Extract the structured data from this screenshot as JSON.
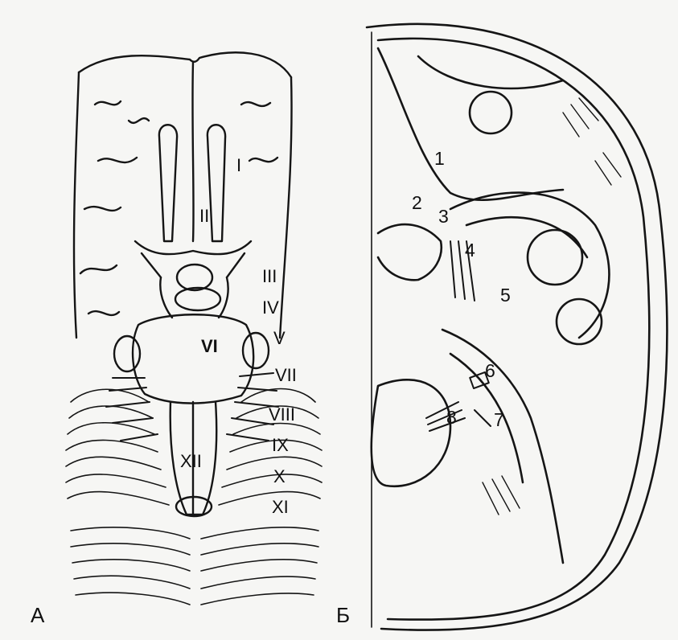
{
  "panels": {
    "left": {
      "letter": "A",
      "cranial_nerves": [
        "I",
        "II",
        "III",
        "IV",
        "V",
        "VI",
        "VII",
        "VIII",
        "IX",
        "X",
        "XI",
        "XII"
      ]
    },
    "right": {
      "letter": "Б",
      "foramina_numbers": [
        "1",
        "2",
        "3",
        "4",
        "5",
        "6",
        "7",
        "8"
      ]
    }
  },
  "colors": {
    "ink": "#151515",
    "paper": "#f6f6f4"
  }
}
